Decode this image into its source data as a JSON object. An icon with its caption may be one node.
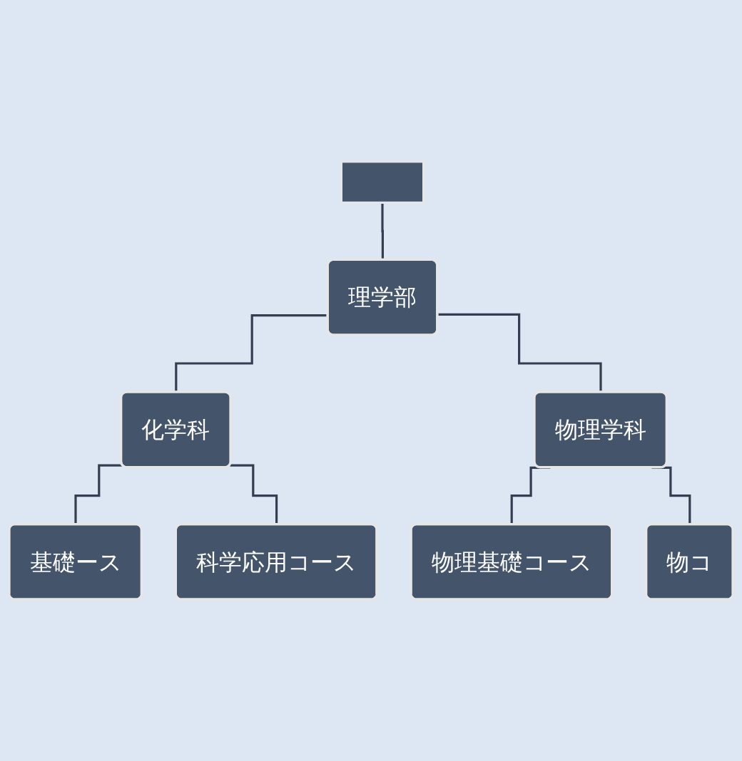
{
  "diagram": {
    "nodes": [
      {
        "text": [],
        "shape": "box"
      },
      {
        "text": [
          "理学部"
        ]
      },
      {
        "text": [
          "化学科"
        ]
      },
      {
        "text": [
          "物理学科"
        ]
      },
      {
        "text": [
          "基礎ース"
        ]
      },
      {
        "text": [
          "科学応用コース"
        ]
      },
      {
        "text": [
          "物理基礎コース"
        ]
      },
      {
        "text": [
          "物コ"
        ]
      }
    ],
    "edges": [
      {
        "from": 0,
        "to": 1,
        "arrow": "none"
      },
      {
        "from": 1,
        "to": 2,
        "arrow": "none"
      },
      {
        "from": 1,
        "to": 3,
        "arrow": "none"
      },
      {
        "from": 2,
        "to": 4,
        "arrow": "none"
      },
      {
        "from": 2,
        "to": 5,
        "arrow": "none"
      },
      {
        "from": 3,
        "to": 6,
        "arrow": "none"
      },
      {
        "from": 3,
        "to": 7,
        "arrow": "none"
      }
    ]
  }
}
